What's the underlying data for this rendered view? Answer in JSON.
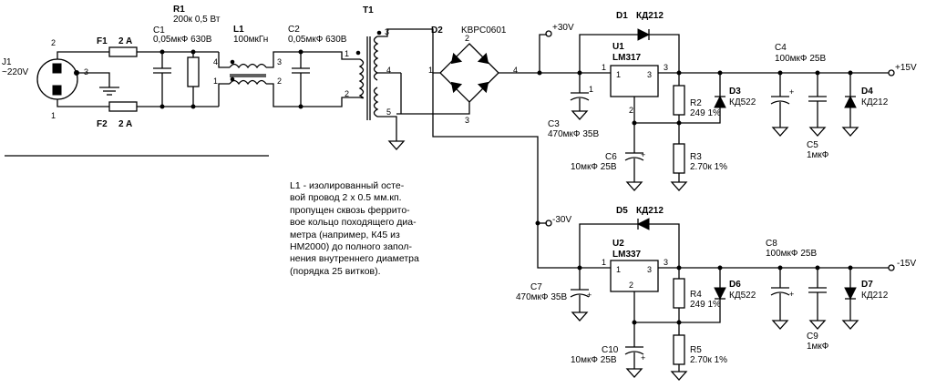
{
  "schematic": {
    "connector": {
      "ref": "J1",
      "value": "~220V",
      "pins": [
        "2",
        "3",
        "1"
      ]
    },
    "fuses": [
      {
        "ref": "F1",
        "value": "2 A"
      },
      {
        "ref": "F2",
        "value": "2 A"
      }
    ],
    "resistors": [
      {
        "ref": "R1",
        "value": "200к 0,5 Вт"
      },
      {
        "ref": "R2",
        "value": "249 1%"
      },
      {
        "ref": "R3",
        "value": "2.70к 1%"
      },
      {
        "ref": "R4",
        "value": "249 1%"
      },
      {
        "ref": "R5",
        "value": "2.70к 1%"
      }
    ],
    "capacitors": [
      {
        "ref": "C1",
        "value": "0,05мкФ 630В"
      },
      {
        "ref": "C2",
        "value": "0,05мкФ 630В"
      },
      {
        "ref": "C3",
        "value": "470мкФ 35В"
      },
      {
        "ref": "C4",
        "value": "100мкФ 25В"
      },
      {
        "ref": "C5",
        "value": "1мкФ"
      },
      {
        "ref": "C6",
        "value": "10мкФ 25В"
      },
      {
        "ref": "C7",
        "value": "470мкФ 35В"
      },
      {
        "ref": "C8",
        "value": "100мкФ 25В"
      },
      {
        "ref": "C9",
        "value": "1мкФ"
      },
      {
        "ref": "C10",
        "value": "10мкФ 25В"
      }
    ],
    "choke": {
      "ref": "L1",
      "value": "100мкГн",
      "pins": [
        "4",
        "1",
        "3",
        "2"
      ]
    },
    "transformer": {
      "ref": "T1",
      "pins": [
        "1",
        "2",
        "3",
        "4",
        "5"
      ]
    },
    "bridge": {
      "ref": "D2",
      "value": "KBPC0601",
      "pins": [
        "1",
        "2",
        "3",
        "4"
      ]
    },
    "diodes": [
      {
        "ref": "D1",
        "value": "КД212"
      },
      {
        "ref": "D3",
        "value": "КД522"
      },
      {
        "ref": "D4",
        "value": "КД212"
      },
      {
        "ref": "D5",
        "value": "КД212"
      },
      {
        "ref": "D6",
        "value": "КД522"
      },
      {
        "ref": "D7",
        "value": "КД212"
      }
    ],
    "regulators": [
      {
        "ref": "U1",
        "value": "LM317",
        "pins": [
          "1",
          "3",
          "2"
        ]
      },
      {
        "ref": "U2",
        "value": "LM337",
        "pins": [
          "1",
          "3",
          "2"
        ]
      }
    ],
    "nets": {
      "pos_in": "+30V",
      "neg_in": "-30V",
      "pos_out": "+15V",
      "neg_out": "-15V"
    },
    "polarity": {
      "plus": "+"
    },
    "pin_numbers": {
      "u1_in": "1",
      "u1_out": "3",
      "u1_adj": "2",
      "u2_in": "1",
      "u2_out": "3",
      "u2_adj": "2",
      "c3": "1"
    }
  },
  "note": {
    "lines": [
      "L1 - изолированный осте-",
      "вой провод 2 х 0.5 мм.кп.",
      "пропущен сквозь феррито-",
      "вое кольцо походящего диа-",
      "метра (например, К45 из",
      "НМ2000) до полного запол-",
      "нения внутреннего диаметра",
      "(порядка 25 витков)."
    ]
  }
}
